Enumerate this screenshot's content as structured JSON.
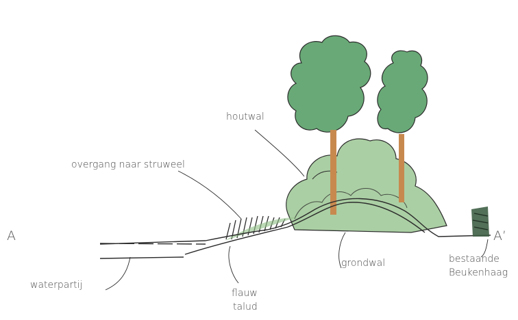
{
  "section": {
    "start_marker": "A",
    "end_marker": "A’"
  },
  "labels": {
    "houtwal": "houtwal",
    "overgang": "overgang naar struweel",
    "waterpartij": "waterpartij",
    "flauw_line1": "flauw",
    "flauw_line2": "talud",
    "grondwal": "grondwal",
    "beukenhaag_line1": "bestaande",
    "beukenhaag_line2": "Beukenhaag"
  },
  "colors": {
    "tree_green": "#4f9a5f",
    "shrub_green": "#8fbf86",
    "trunk": "#c8894f",
    "ink": "#2b2b2b",
    "hedge": "#3f5f45"
  }
}
